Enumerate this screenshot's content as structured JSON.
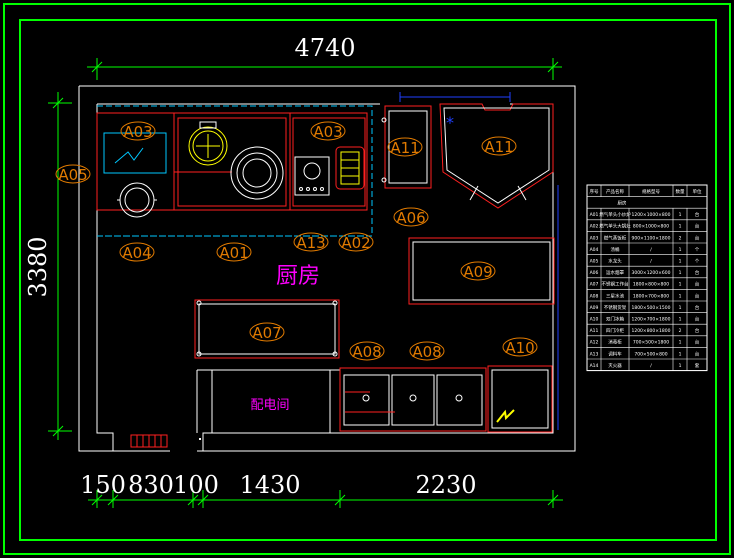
{
  "dimensions": {
    "overall_width": "4740",
    "overall_height": "3380",
    "bottom": [
      "150",
      "830",
      "100",
      "1430",
      "2230"
    ]
  },
  "rooms": {
    "kitchen": "厨房",
    "power_room": "配电间"
  },
  "equipment_tags": {
    "a03_left": "A03",
    "a03_right": "A03",
    "a05": "A05",
    "a04": "A04",
    "a01": "A01",
    "a13": "A13",
    "a02": "A02",
    "a11_left": "A11",
    "a11_right": "A11",
    "a06": "A06",
    "a09": "A09",
    "a07": "A07",
    "a08_left": "A08",
    "a08_right": "A08",
    "a10": "A10"
  },
  "colors": {
    "frame": "#00ff00",
    "walls": "#ffffff",
    "equipment": "#ff2020",
    "tags": "#e07a00",
    "room_label": "#ff00ff",
    "aux": "#00c8ff"
  },
  "table": {
    "headers": [
      "序号",
      "产品名称",
      "规格型号",
      "数量",
      "单位"
    ],
    "section": "厨房",
    "rows": [
      [
        "A01",
        "燃气单头小炒炉",
        "1200×1000×800",
        "1",
        "台"
      ],
      [
        "A02",
        "燃气单头大锅灶",
        "800×1000×800",
        "1",
        "台"
      ],
      [
        "A03",
        "燃气蒸饭柜",
        "900×1100×1800",
        "2",
        "台"
      ],
      [
        "A04",
        "汤桶",
        "/",
        "1",
        "个"
      ],
      [
        "A05",
        "水龙头",
        "/",
        "1",
        "个"
      ],
      [
        "A06",
        "运水烟罩",
        "3000×1200×600",
        "1",
        "台"
      ],
      [
        "A07",
        "不锈钢工作台",
        "1800×800×800",
        "1",
        "台"
      ],
      [
        "A08",
        "三星水池",
        "1800×700×800",
        "1",
        "台"
      ],
      [
        "A09",
        "不锈钢货架",
        "1800×500×1500",
        "1",
        "台"
      ],
      [
        "A10",
        "双门冰箱",
        "1200×700×1800",
        "1",
        "台"
      ],
      [
        "A11",
        "四门冷柜",
        "1200×800×1800",
        "2",
        "台"
      ],
      [
        "A12",
        "消毒柜",
        "700×500×1800",
        "1",
        "台"
      ],
      [
        "A13",
        "调料车",
        "700×500×800",
        "1",
        "台"
      ],
      [
        "A14",
        "灭火器",
        "/",
        "1",
        "套"
      ]
    ]
  }
}
